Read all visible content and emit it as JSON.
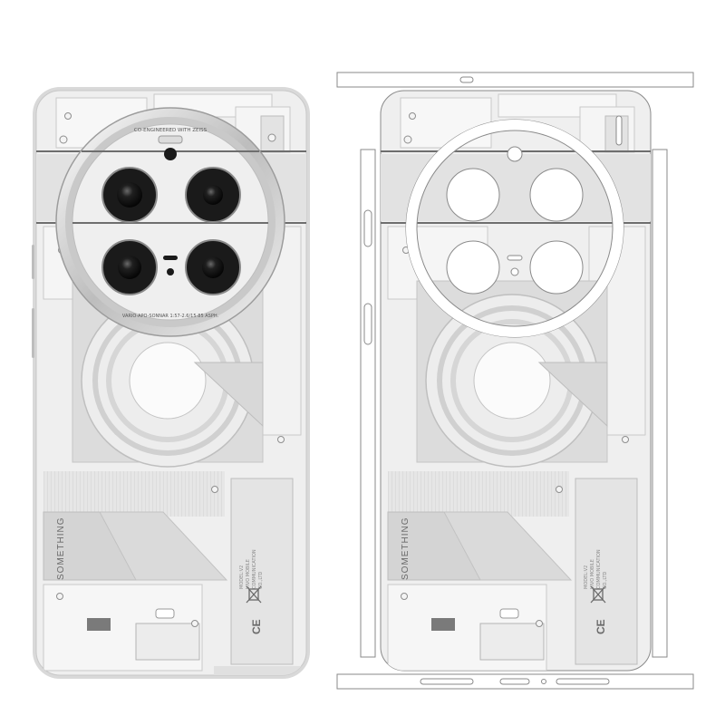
{
  "left_phone": {
    "lens_ring_top_text": "CO-ENGINEERED WITH ZEISS",
    "lens_ring_bottom_text": "VARIO-APO-SONNAR 1:57-2.6/15-85 ASPH.",
    "brand_text": "SOMETHING",
    "regulatory_lines": [
      "MODEL:V2",
      "VIVO MOBILE",
      "COMMUNICATION",
      "CO.,LTD"
    ],
    "ce_mark": "CE"
  },
  "right_skin": {
    "brand_text": "SOMETHING",
    "regulatory_lines": [
      "MODEL:V2",
      "VIVO MOBILE",
      "COMMUNICATION",
      "CO.,LTD"
    ],
    "ce_mark": "CE"
  },
  "colors": {
    "back_panel": "#efefef",
    "frame": "#cfcfcf",
    "lens_black": "#151515",
    "outline": "#9a9a9a",
    "cutout": "#ffffff"
  }
}
